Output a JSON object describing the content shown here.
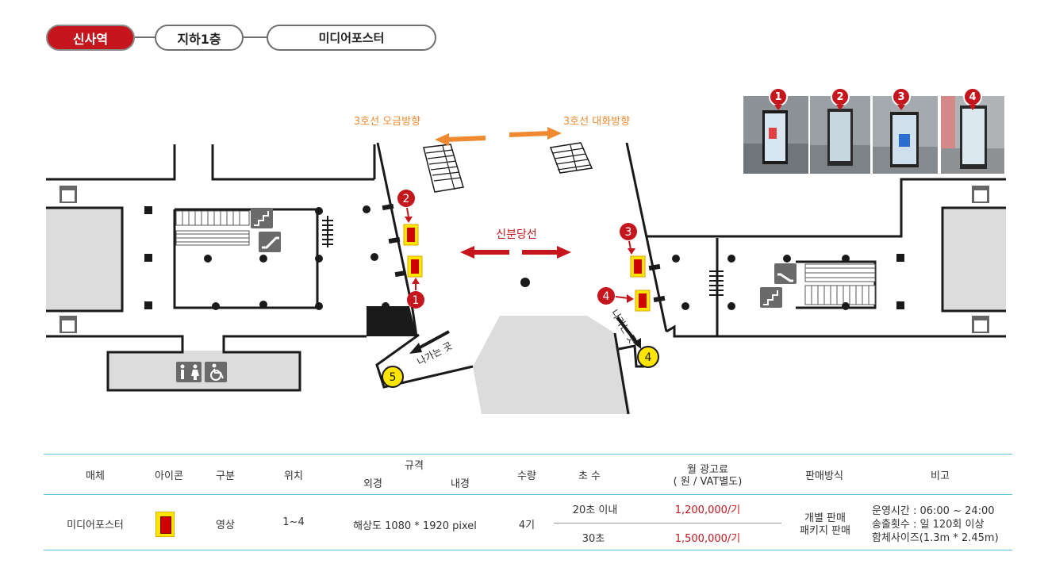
{
  "breadcrumb": {
    "station": "신사역",
    "floor": "지하1층",
    "media": "미디어포스터"
  },
  "map": {
    "direction_left": "3호선 오금방향",
    "direction_right": "3호선 대화방향",
    "line_label": "신분당선",
    "exit_label_left": "나가는 곳",
    "exit_label_right": "나가는 곳",
    "markers": [
      "1",
      "2",
      "3",
      "4"
    ],
    "exits": [
      "5",
      "4"
    ],
    "colors": {
      "accent_red": "#c4161c",
      "orange": "#f08a30",
      "yellow": "#ffe600",
      "wall": "#1a1a1a",
      "area_gray": "#dcdcdc"
    }
  },
  "photos": [
    {
      "number": "1"
    },
    {
      "number": "2"
    },
    {
      "number": "3"
    },
    {
      "number": "4"
    }
  ],
  "table": {
    "headers": {
      "media": "매체",
      "icon": "아이콘",
      "category": "구분",
      "location": "위치",
      "spec": "규격",
      "spec_outer": "외경",
      "spec_inner": "내경",
      "quantity": "수량",
      "seconds": "초 수",
      "fee": "월 광고료",
      "fee_note": "( 원 / VAT별도)",
      "sales": "판매방식",
      "remarks": "비고"
    },
    "row": {
      "media": "미디어포스터",
      "category": "영상",
      "location": "1~4",
      "spec": "해상도 1080 * 1920 pixel",
      "quantity": "4기",
      "seconds_1": "20초 이내",
      "fee_1": "1,200,000/기",
      "seconds_2": "30초",
      "fee_2": "1,500,000/기",
      "sales_1": "개별 판매",
      "sales_2": "패키지 판매",
      "remark_1": "운영시간 : 06:00 ~ 24:00",
      "remark_2": "송출횟수 : 일 120회 이상",
      "remark_3": "함체사이즈(1.3m * 2.45m)"
    }
  }
}
